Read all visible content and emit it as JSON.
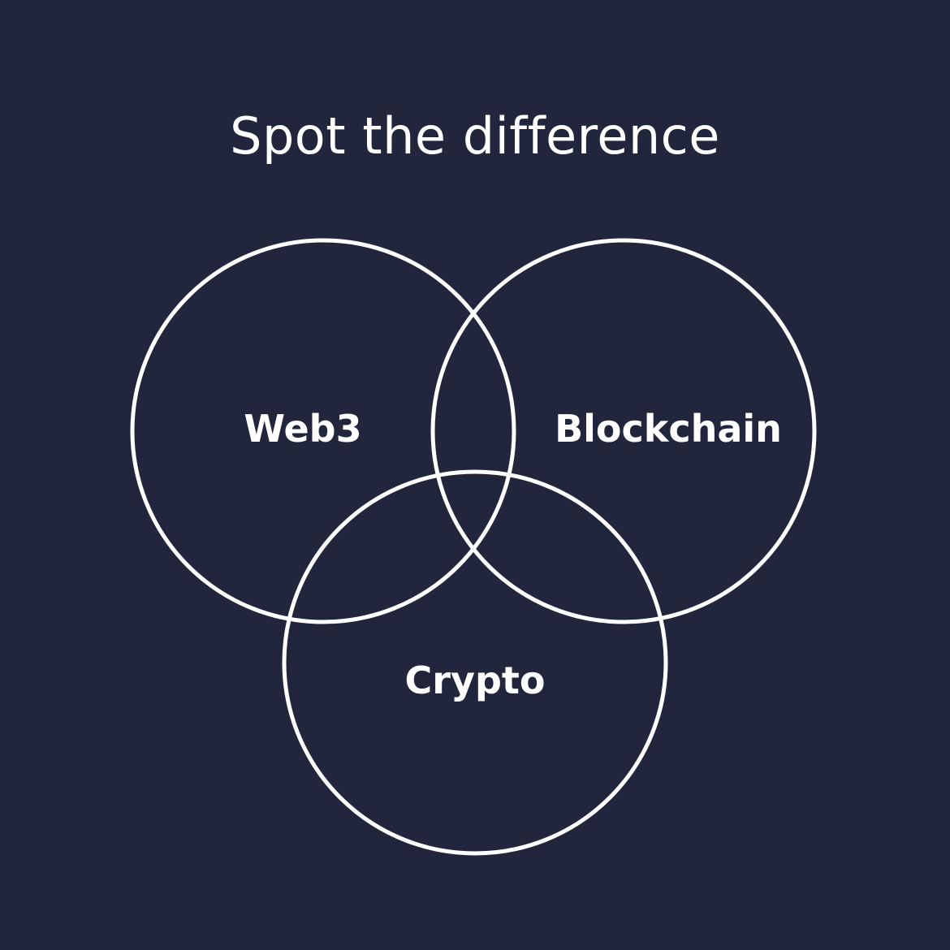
{
  "title": "Spot the difference",
  "diagram": {
    "type": "venn",
    "sets": [
      {
        "id": "web3",
        "label": "Web3"
      },
      {
        "id": "blockchain",
        "label": "Blockchain"
      },
      {
        "id": "crypto",
        "label": "Crypto"
      }
    ]
  },
  "colors": {
    "background": "#21263d",
    "stroke": "#ffffff",
    "text": "#ffffff"
  }
}
